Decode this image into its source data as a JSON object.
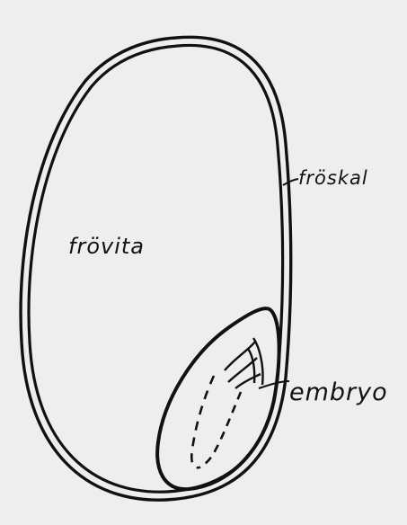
{
  "diagram": {
    "labels": {
      "endosperm": "frövita",
      "seed_coat": "fröskal",
      "embryo": "embryo"
    },
    "colors": {
      "paper": "#eeeeee",
      "ink": "#111111",
      "border": "#ffffff"
    }
  }
}
